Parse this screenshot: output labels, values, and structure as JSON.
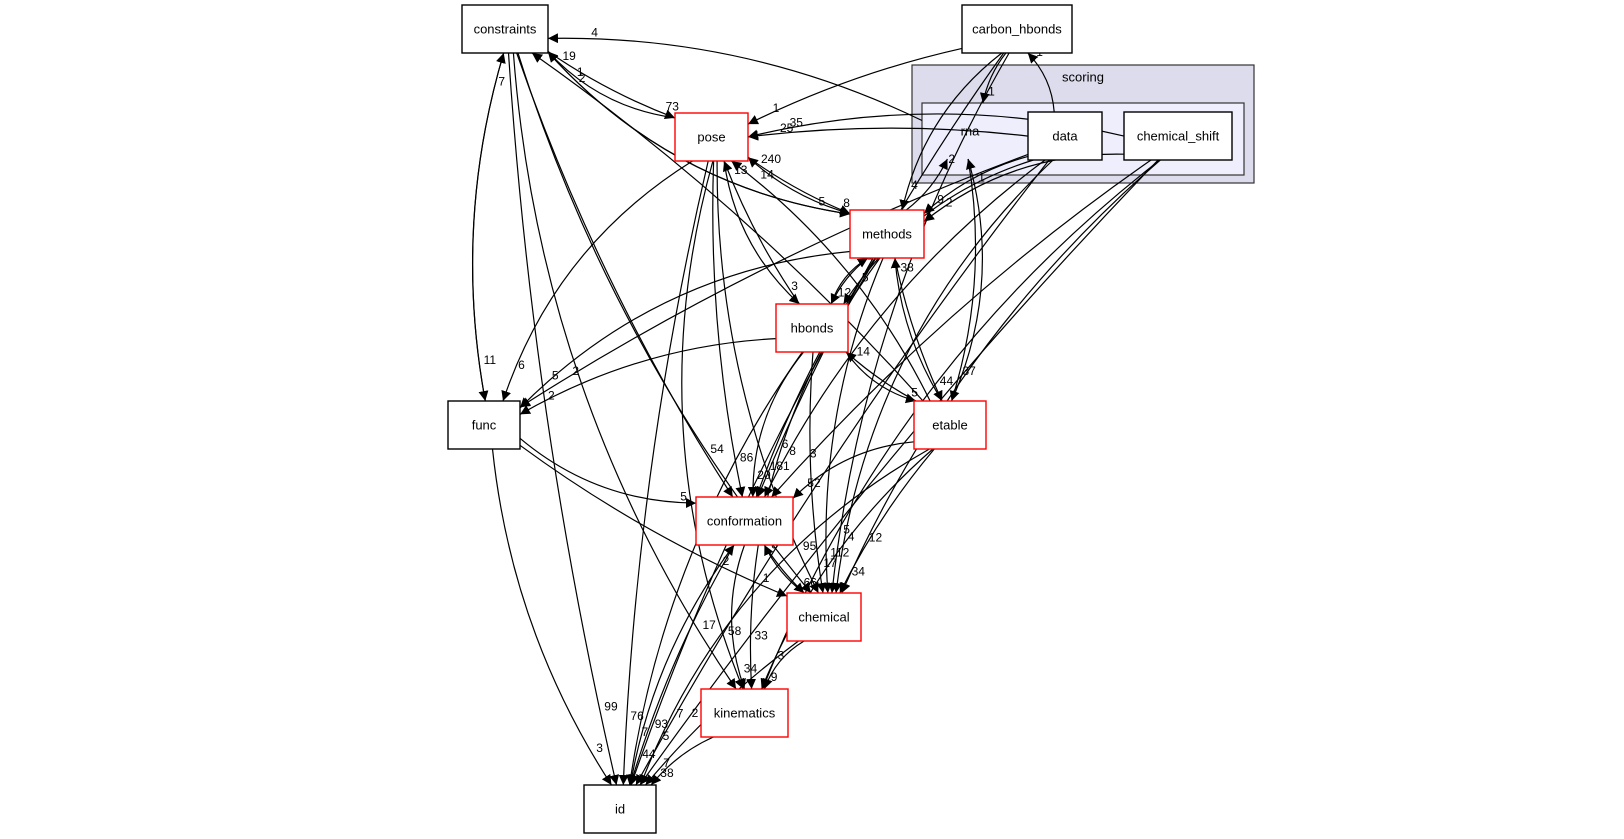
{
  "graph": {
    "title": "scoring directory dependency graph",
    "cluster": {
      "outer_label": "scoring",
      "outer_color": "#dcdcec",
      "inner_color": "#eeeefc"
    },
    "colors": {
      "normal_border": "#000000",
      "truncated_border": "#ff0000",
      "edge": "#000000"
    },
    "nodes": [
      {
        "id": "constraints",
        "label": "constraints",
        "truncated": false
      },
      {
        "id": "carbon_hbonds",
        "label": "carbon_hbonds",
        "truncated": false
      },
      {
        "id": "rna",
        "label": "rna",
        "truncated": false,
        "bare": true
      },
      {
        "id": "data",
        "label": "data",
        "truncated": false
      },
      {
        "id": "chemical_shift",
        "label": "chemical_shift",
        "truncated": false
      },
      {
        "id": "pose",
        "label": "pose",
        "truncated": true
      },
      {
        "id": "methods",
        "label": "methods",
        "truncated": true
      },
      {
        "id": "hbonds",
        "label": "hbonds",
        "truncated": true
      },
      {
        "id": "func",
        "label": "func",
        "truncated": false
      },
      {
        "id": "etable",
        "label": "etable",
        "truncated": true
      },
      {
        "id": "conformation",
        "label": "conformation",
        "truncated": true
      },
      {
        "id": "chemical",
        "label": "chemical",
        "truncated": true
      },
      {
        "id": "kinematics",
        "label": "kinematics",
        "truncated": true
      },
      {
        "id": "id",
        "label": "id",
        "truncated": false
      }
    ],
    "edges": [
      {
        "from": "constraints",
        "to": "pose",
        "label": "73"
      },
      {
        "from": "constraints",
        "to": "func",
        "label": "11"
      },
      {
        "from": "constraints",
        "to": "methods",
        "label": "5"
      },
      {
        "from": "constraints",
        "to": "conformation",
        "label": "54"
      },
      {
        "from": "constraints",
        "to": "chemical",
        "label": "24"
      },
      {
        "from": "constraints",
        "to": "kinematics",
        "label": "17"
      },
      {
        "from": "constraints",
        "to": "id",
        "label": "99"
      },
      {
        "from": "func",
        "to": "constraints",
        "label": "7"
      },
      {
        "from": "pose",
        "to": "constraints",
        "label": "19"
      },
      {
        "from": "etable",
        "to": "constraints",
        "label": "2"
      },
      {
        "from": "rna",
        "to": "constraints",
        "label": "4"
      },
      {
        "from": "methods",
        "to": "constraints",
        "label": "1"
      },
      {
        "from": "carbon_hbonds",
        "to": "pose",
        "label": "1"
      },
      {
        "from": "carbon_hbonds",
        "to": "rna",
        "label": "1"
      },
      {
        "from": "carbon_hbonds",
        "to": "methods",
        "label": "4"
      },
      {
        "from": "carbon_hbonds",
        "to": "conformation",
        "label": "6"
      },
      {
        "from": "carbon_hbonds",
        "to": "chemical",
        "label": "5"
      },
      {
        "from": "data",
        "to": "carbon_hbonds",
        "label": "1"
      },
      {
        "from": "data",
        "to": "pose",
        "label": "25"
      },
      {
        "from": "data",
        "to": "methods",
        "label": "9"
      },
      {
        "from": "data",
        "to": "hbonds",
        "label": "5"
      },
      {
        "from": "data",
        "to": "func",
        "label": "2"
      },
      {
        "from": "data",
        "to": "conformation",
        "label": "8"
      },
      {
        "from": "data",
        "to": "chemical",
        "label": "4"
      },
      {
        "from": "data",
        "to": "id",
        "label": "7"
      },
      {
        "from": "chemical_shift",
        "to": "pose",
        "label": "35"
      },
      {
        "from": "chemical_shift",
        "to": "methods",
        "label": "2"
      },
      {
        "from": "chemical_shift",
        "to": "conformation",
        "label": "3"
      },
      {
        "from": "chemical_shift",
        "to": "chemical",
        "label": "12"
      },
      {
        "from": "chemical_shift",
        "to": "kinematics",
        "label": "32"
      },
      {
        "from": "chemical_shift",
        "to": "id",
        "label": "2"
      },
      {
        "from": "methods",
        "to": "rna",
        "label": "2"
      },
      {
        "from": "etable",
        "to": "rna",
        "label": "1"
      },
      {
        "from": "pose",
        "to": "methods",
        "label": "8"
      },
      {
        "from": "methods",
        "to": "pose",
        "label": "240"
      },
      {
        "from": "pose",
        "to": "hbonds",
        "label": "3"
      },
      {
        "from": "hbonds",
        "to": "pose",
        "label": "13"
      },
      {
        "from": "etable",
        "to": "pose",
        "label": "14"
      },
      {
        "from": "pose",
        "to": "func",
        "label": "6"
      },
      {
        "from": "pose",
        "to": "conformation",
        "label": "86"
      },
      {
        "from": "pose",
        "to": "chemical",
        "label": "95"
      },
      {
        "from": "pose",
        "to": "kinematics",
        "label": "58"
      },
      {
        "from": "pose",
        "to": "id",
        "label": "76"
      },
      {
        "from": "methods",
        "to": "hbonds",
        "label": "12"
      },
      {
        "from": "hbonds",
        "to": "methods",
        "label": "10"
      },
      {
        "from": "methods",
        "to": "etable",
        "label": "44"
      },
      {
        "from": "etable",
        "to": "methods",
        "label": "38"
      },
      {
        "from": "methods",
        "to": "func",
        "label": "5"
      },
      {
        "from": "methods",
        "to": "conformation",
        "label": "181"
      },
      {
        "from": "methods",
        "to": "chemical",
        "label": "112"
      },
      {
        "from": "methods",
        "to": "kinematics",
        "label": "33"
      },
      {
        "from": "methods",
        "to": "id",
        "label": "93"
      },
      {
        "from": "rna",
        "to": "etable",
        "label": "37"
      },
      {
        "from": "hbonds",
        "to": "etable",
        "label": "5"
      },
      {
        "from": "etable",
        "to": "hbonds",
        "label": "14"
      },
      {
        "from": "hbonds",
        "to": "func",
        "label": "2"
      },
      {
        "from": "hbonds",
        "to": "conformation",
        "label": "20"
      },
      {
        "from": "hbonds",
        "to": "chemical",
        "label": "17"
      },
      {
        "from": "hbonds",
        "to": "id",
        "label": "7"
      },
      {
        "from": "func",
        "to": "conformation",
        "label": "5"
      },
      {
        "from": "func",
        "to": "chemical",
        "label": "1"
      },
      {
        "from": "func",
        "to": "id",
        "label": "3"
      },
      {
        "from": "etable",
        "to": "conformation",
        "label": "52"
      },
      {
        "from": "etable",
        "to": "chemical",
        "label": "34"
      },
      {
        "from": "etable",
        "to": "kinematics",
        "label": "3"
      },
      {
        "from": "etable",
        "to": "id",
        "label": "5"
      },
      {
        "from": "conformation",
        "to": "chemical",
        "label": "66"
      },
      {
        "from": "chemical",
        "to": "conformation",
        "label": "8"
      },
      {
        "from": "conformation",
        "to": "kinematics",
        "label": "34"
      },
      {
        "from": "conformation",
        "to": "id",
        "label": "44"
      },
      {
        "from": "id",
        "to": "conformation",
        "label": "2"
      },
      {
        "from": "chemical",
        "to": "kinematics",
        "label": "9"
      },
      {
        "from": "chemical",
        "to": "id",
        "label": "7"
      },
      {
        "from": "kinematics",
        "to": "id",
        "label": "38"
      }
    ]
  }
}
